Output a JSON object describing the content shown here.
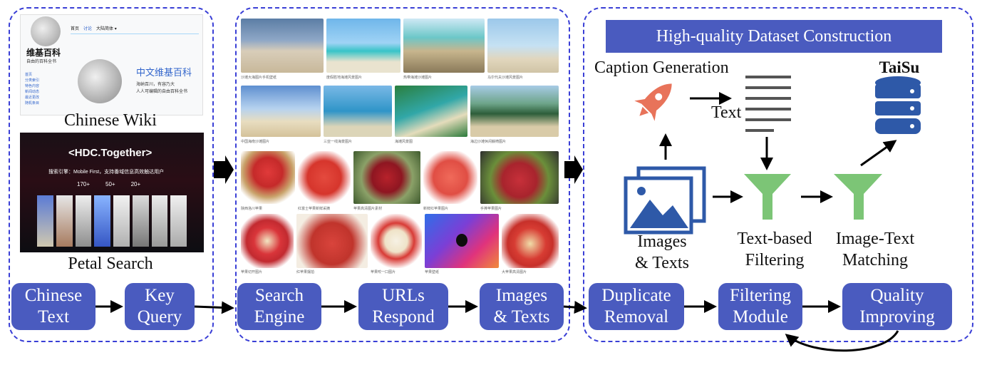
{
  "left_panel": {
    "wiki_title": "维基百科",
    "wiki_subtitle": "自由的百科全书",
    "wiki_tabs": [
      "首页",
      "讨论",
      "大陆简体 ▾"
    ],
    "wiki_nav": [
      "首页",
      "分类索引",
      "特色内容",
      "新闻动态",
      "最近更改",
      "随机条目"
    ],
    "wiki_heading": "中文维基百科",
    "wiki_lines": [
      "海纳百川，有容乃大",
      "人人可编辑的自由百科全书"
    ],
    "caption_wiki": "Chinese Wiki",
    "hdc_title": "<HDC.Together>",
    "hdc_sub": "搜索引擎：Mobile First，支持番域信息高效触达用户",
    "hdc_stats": [
      "170+",
      "50+",
      "20+"
    ],
    "caption_petal": "Petal Search",
    "nodes": [
      "Chinese\nText",
      "Key\nQuery"
    ]
  },
  "middle_panel": {
    "image_captions": [
      "沙滩大海图片手机壁纸",
      "度假胜地海滩风景图片",
      "热带海滩沙滩图片",
      "马尔代夫沙滩风景图片",
      "中国海南沙滩图片",
      "三亚一线海景图片",
      "海滩风景图",
      "海边沙滩休闲躺椅图片",
      "陕西洛川苹果",
      "红富士苹果新鲜采摘",
      "苹果高清图片素材",
      "新鲜红苹果图片",
      "手捧苹果图片",
      "苹果切开图片",
      "红苹果摆拍",
      "苹果咬一口图片",
      "苹果壁纸",
      "大苹果高清图片"
    ],
    "nodes": [
      "Search\nEngine",
      "URLs\nRespond",
      "Images\n& Texts"
    ]
  },
  "right_panel": {
    "title": "High-quality Dataset Construction",
    "caption_generation": "Caption Generation",
    "text_label": "Text",
    "taisu": "TaiSu",
    "images_texts": "Images\n& Texts",
    "text_filtering": "Text-based\nFiltering",
    "image_text_matching": "Image-Text\nMatching",
    "nodes": [
      "Duplicate\nRemoval",
      "Filtering\nModule",
      "Quality\nImproving"
    ]
  },
  "colors": {
    "node_fill": "#4a5bbf",
    "dashed_border": "#3a3fd6",
    "title_box": "#4a5bbf",
    "funnel": "#7cc576",
    "rocket": "#e8735a",
    "db": "#2e59a8"
  }
}
